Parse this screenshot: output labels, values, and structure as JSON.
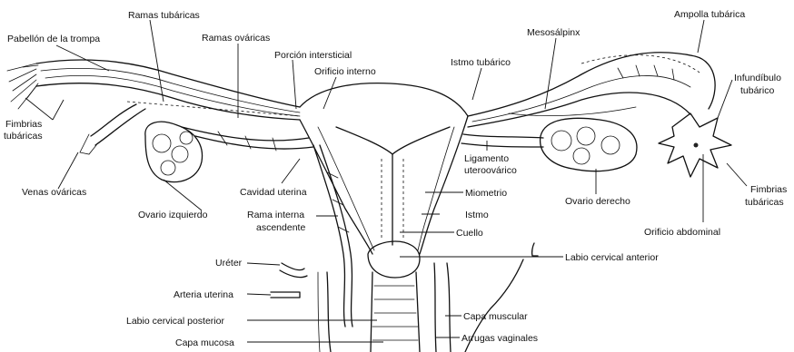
{
  "labels": {
    "pabellon": "Pabellón de la trompa",
    "ramas_tubaricas": "Ramas tubáricas",
    "ramas_ovaricas": "Ramas ováricas",
    "porcion_intersticial": "Porción intersticial",
    "orificio_interno": "Orificio interno",
    "istmo_tubarico": "Istmo tubárico",
    "mesosalpinx": "Mesosálpinx",
    "ampolla_tubarica": "Ampolla tubárica",
    "infundibulo_1": "Infundíbulo",
    "infundibulo_2": "tubárico",
    "fimbrias_izq_1": "Fimbrias",
    "fimbrias_izq_2": "tubáricas",
    "ligamento_1": "Ligamento",
    "ligamento_2": "uteroovárico",
    "venas_ovaricas": "Venas ováricas",
    "cavidad_uterina": "Cavidad uterina",
    "miometrio": "Miometrio",
    "ovario_derecho": "Ovario derecho",
    "fimbrias_der_1": "Fimbrias",
    "fimbrias_der_2": "tubáricas",
    "ovario_izquierdo": "Ovario izquierdo",
    "rama_interna_1": "Rama interna",
    "rama_interna_2": "ascendente",
    "istmo": "Istmo",
    "orificio_abdominal": "Orificio abdominal",
    "cuello": "Cuello",
    "ureter": "Uréter",
    "labio_anterior": "Labio cervical anterior",
    "arteria_uterina": "Arteria uterina",
    "labio_posterior": "Labio cervical posterior",
    "capa_muscular": "Capa muscular",
    "capa_mucosa": "Capa mucosa",
    "arrugas_vaginales": "Arrugas vaginales"
  }
}
